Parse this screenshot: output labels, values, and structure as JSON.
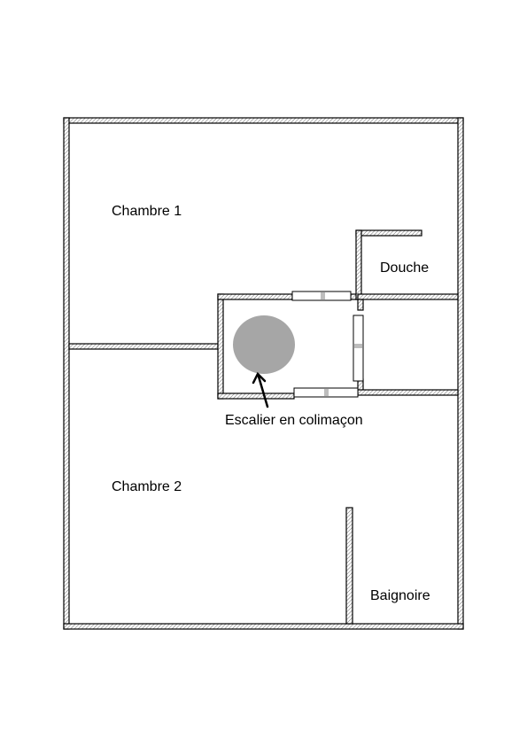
{
  "rooms": {
    "chambre1": "Chambre 1",
    "chambre2": "Chambre 2",
    "douche": "Douche",
    "baignoire": "Baignoire"
  },
  "stair_label": "Escalier en colimaçon",
  "colors": {
    "wall_fill": "#ffffff",
    "wall_hatch": "#555555",
    "stair": "#a6a6a6"
  }
}
